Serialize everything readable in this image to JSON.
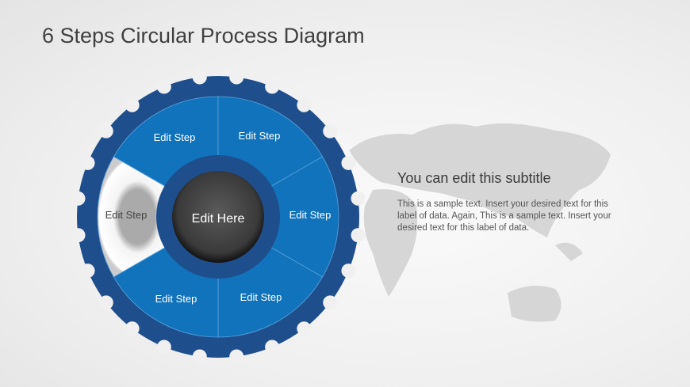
{
  "title": "6 Steps Circular Process Diagram",
  "diagram": {
    "center_label": "Edit Here",
    "steps": [
      {
        "label": "Edit Step",
        "highlighted": false
      },
      {
        "label": "Edit Step",
        "highlighted": false
      },
      {
        "label": "Edit Step",
        "highlighted": false
      },
      {
        "label": "Edit Step",
        "highlighted": false
      },
      {
        "label": "Edit Step",
        "highlighted": false
      },
      {
        "label": "Edit Step",
        "highlighted": true
      }
    ],
    "colors": {
      "ring": "#1f4e8c",
      "segment": "#1173bb",
      "highlight": "#f2f2f2",
      "hub_ring": "#1f4e8c",
      "hub": "#3c3c3c"
    }
  },
  "subtitle": "You can edit this subtitle",
  "body": "This is a sample text. Insert your desired text for this label of data. Again, This is a sample text. Insert your desired text for this label of data."
}
